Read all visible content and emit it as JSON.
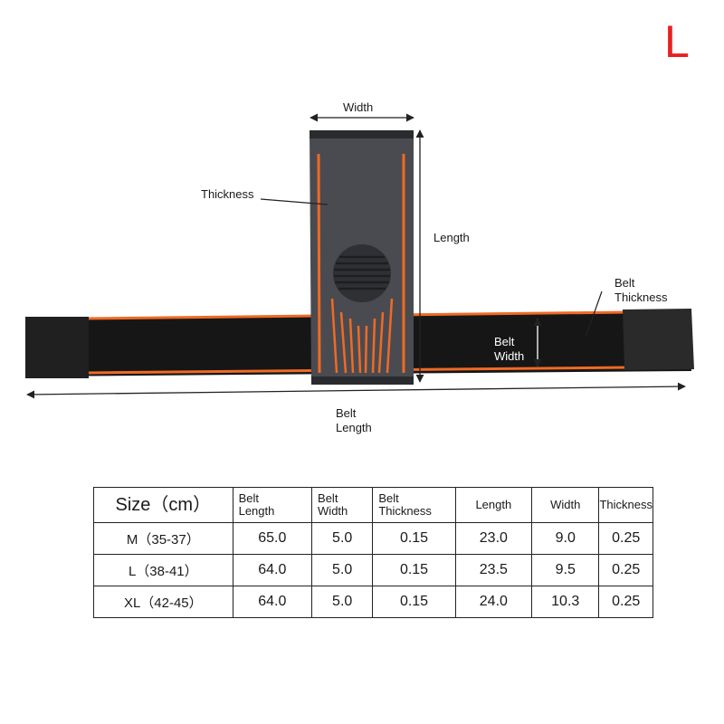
{
  "size_badge": "L",
  "diagram": {
    "labels": {
      "width": "Width",
      "thickness": "Thickness",
      "length": "Length",
      "belt_thickness_line1": "Belt",
      "belt_thickness_line2": "Thickness",
      "belt_width_line1": "Belt",
      "belt_width_line2": "Width",
      "belt_length_line1": "Belt",
      "belt_length_line2": "Length"
    },
    "colors": {
      "fabric": "#4a4b50",
      "stripe": "#ef6a25",
      "belt": "#161616",
      "velcro": "#2a2a2a"
    }
  },
  "table": {
    "headers": [
      "Size（cm）",
      "Belt\nLength",
      "Belt\nWidth",
      "Belt\nThickness",
      "Length",
      "Width",
      "Thickness"
    ],
    "rows": [
      [
        "M（35-37）",
        "65.0",
        "5.0",
        "0.15",
        "23.0",
        "9.0",
        "0.25"
      ],
      [
        "L（38-41）",
        "64.0",
        "5.0",
        "0.15",
        "23.5",
        "9.5",
        "0.25"
      ],
      [
        "XL（42-45）",
        "64.0",
        "5.0",
        "0.15",
        "24.0",
        "10.3",
        "0.25"
      ]
    ]
  }
}
